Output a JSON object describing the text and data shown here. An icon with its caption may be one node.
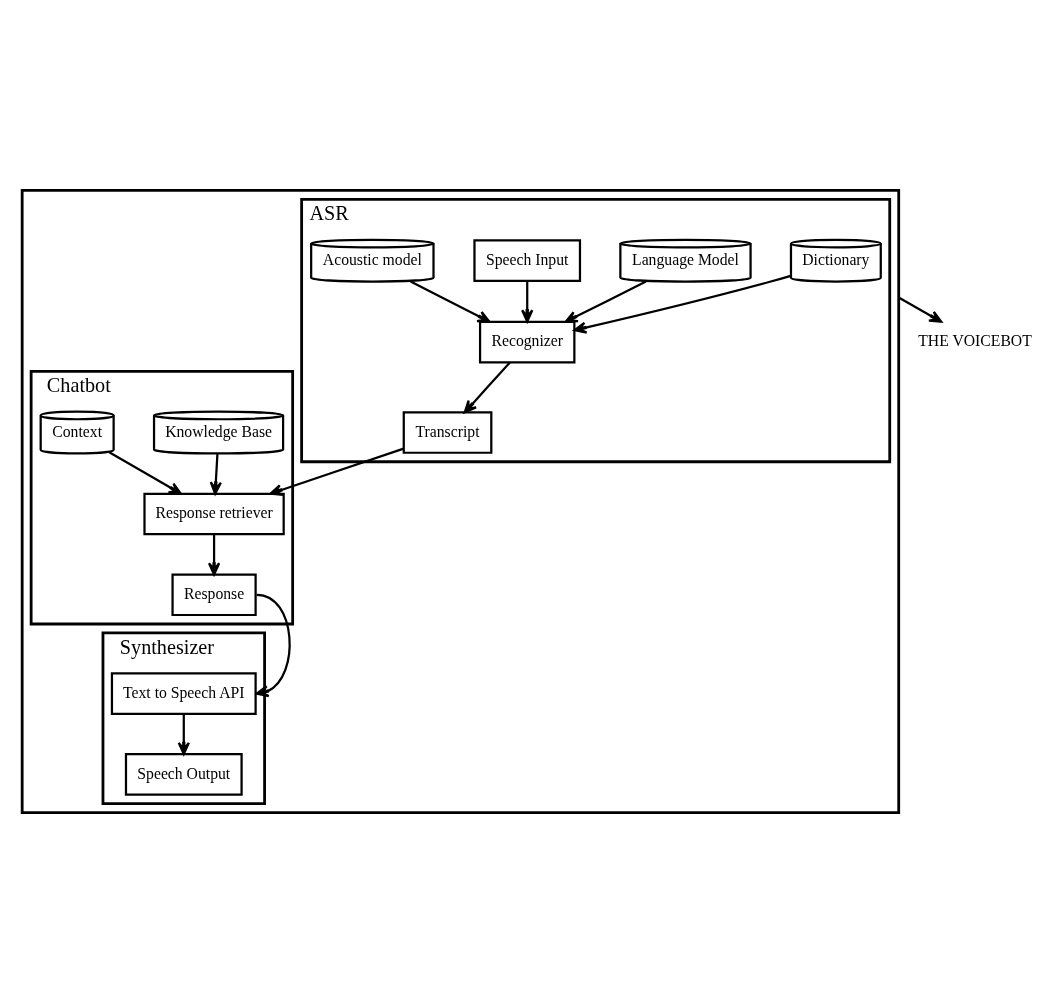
{
  "diagram": {
    "nodes": [
      {
        "text": [
          "THE VOICEBOT"
        ]
      },
      {
        "text": [],
        "shape": "box"
      },
      {
        "text": [
          "ASR"
        ],
        "in": 1
      },
      {
        "text": [
          "Dictionary"
        ],
        "in": 2
      },
      {
        "text": [
          "Language Model"
        ],
        "in": 2
      },
      {
        "text": [
          "Speech Input"
        ],
        "in": 2
      },
      {
        "text": [
          "Recognizer"
        ],
        "in": 2
      },
      {
        "text": [
          "Acoustic model"
        ],
        "in": 2
      },
      {
        "text": [
          "Transcript"
        ],
        "in": 2
      },
      {
        "text": [
          "Chatbot"
        ],
        "in": 1
      },
      {
        "text": [
          "Knowledge Base"
        ],
        "in": 9
      },
      {
        "text": [
          "Response retriever"
        ],
        "in": 9
      },
      {
        "text": [
          "Response"
        ],
        "in": 9
      },
      {
        "text": [
          "Context"
        ],
        "in": 9
      },
      {
        "text": [
          "Synthesizer"
        ],
        "in": 1
      },
      {
        "text": [
          "Text to Speech API"
        ],
        "in": 14
      },
      {
        "text": [
          "Speech Output"
        ],
        "in": 14
      }
    ],
    "edges": [
      {
        "from": 1,
        "to": 0,
        "arrow": "to"
      },
      {
        "from": 3,
        "to": 6,
        "arrow": "to"
      },
      {
        "from": 4,
        "to": 6,
        "arrow": "to"
      },
      {
        "from": 5,
        "to": 6,
        "arrow": "to"
      },
      {
        "from": 7,
        "to": 6,
        "arrow": "to"
      },
      {
        "from": 6,
        "to": 8,
        "arrow": "to"
      },
      {
        "from": 8,
        "to": 11,
        "arrow": "to"
      },
      {
        "from": 10,
        "to": 11,
        "arrow": "to"
      },
      {
        "from": 13,
        "to": 11,
        "arrow": "to"
      },
      {
        "from": 11,
        "to": 12,
        "arrow": "to"
      },
      {
        "from": 12,
        "to": 15,
        "arrow": "to"
      },
      {
        "from": 15,
        "to": 16,
        "arrow": "to"
      }
    ]
  }
}
